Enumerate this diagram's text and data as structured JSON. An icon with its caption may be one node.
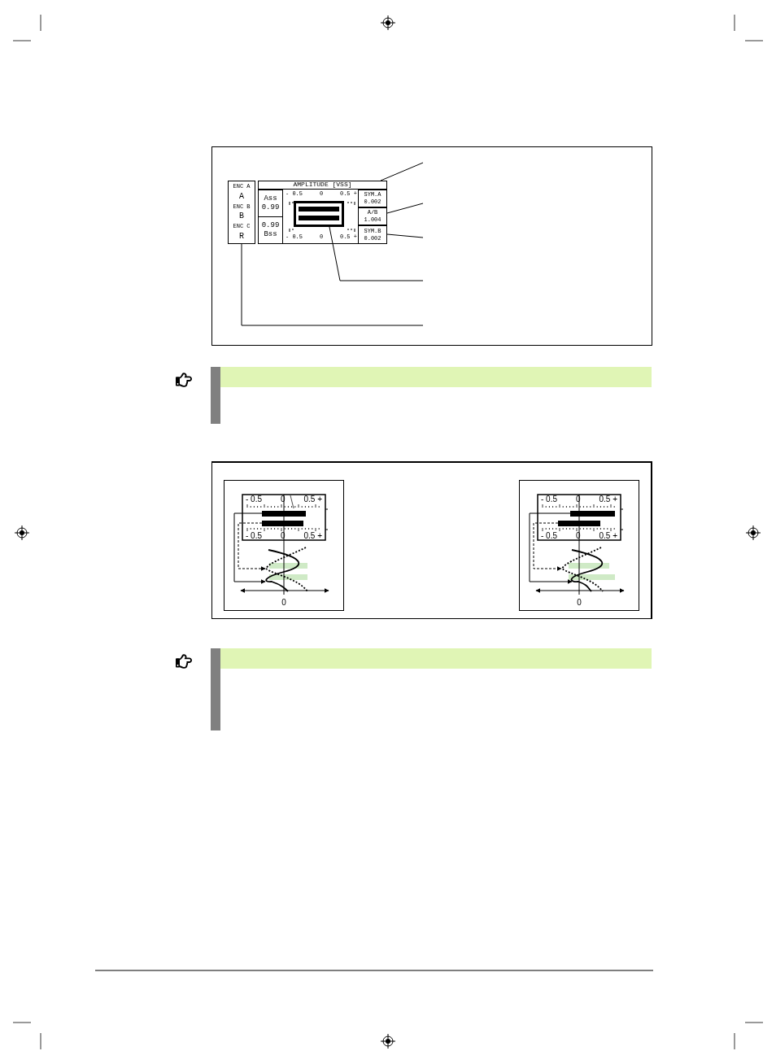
{
  "diagram": {
    "nodes": [
      {
        "text": [
          "ENC A",
          "A",
          "ENC B",
          "B",
          "ENC C",
          "R"
        ]
      },
      {
        "text": [
          "AMPLITUDE [VSS]"
        ]
      },
      {
        "text": [
          "Ass",
          "0.99"
        ]
      },
      {
        "text": [
          "0.99",
          "Bss"
        ]
      },
      {
        "text": [],
        "shape": "box"
      },
      {
        "text": [
          "SYM.A",
          "0.002"
        ]
      },
      {
        "text": [
          "A/B",
          "1.004"
        ]
      },
      {
        "text": [
          "SYM.B",
          "0.002"
        ]
      }
    ],
    "edges": [
      {
        "from": null,
        "to": 1,
        "arrow": "none"
      },
      {
        "from": null,
        "to": 6,
        "arrow": "none"
      },
      {
        "from": null,
        "to": 7,
        "arrow": "none"
      },
      {
        "from": null,
        "to": 4,
        "arrow": "none"
      },
      {
        "from": null,
        "to": 0,
        "arrow": "none"
      }
    ],
    "labels": [
      "- 0.5",
      "0",
      "0.5 +",
      "- 0.5",
      "0",
      "0.5 +",
      "- 0.5",
      "0",
      "0.5 +",
      "- 0.5",
      "0",
      "0.5 +",
      "0",
      "- 0.5",
      "0",
      "0.5 +",
      "- 0.5",
      "0",
      "0.5 +",
      "0"
    ]
  }
}
